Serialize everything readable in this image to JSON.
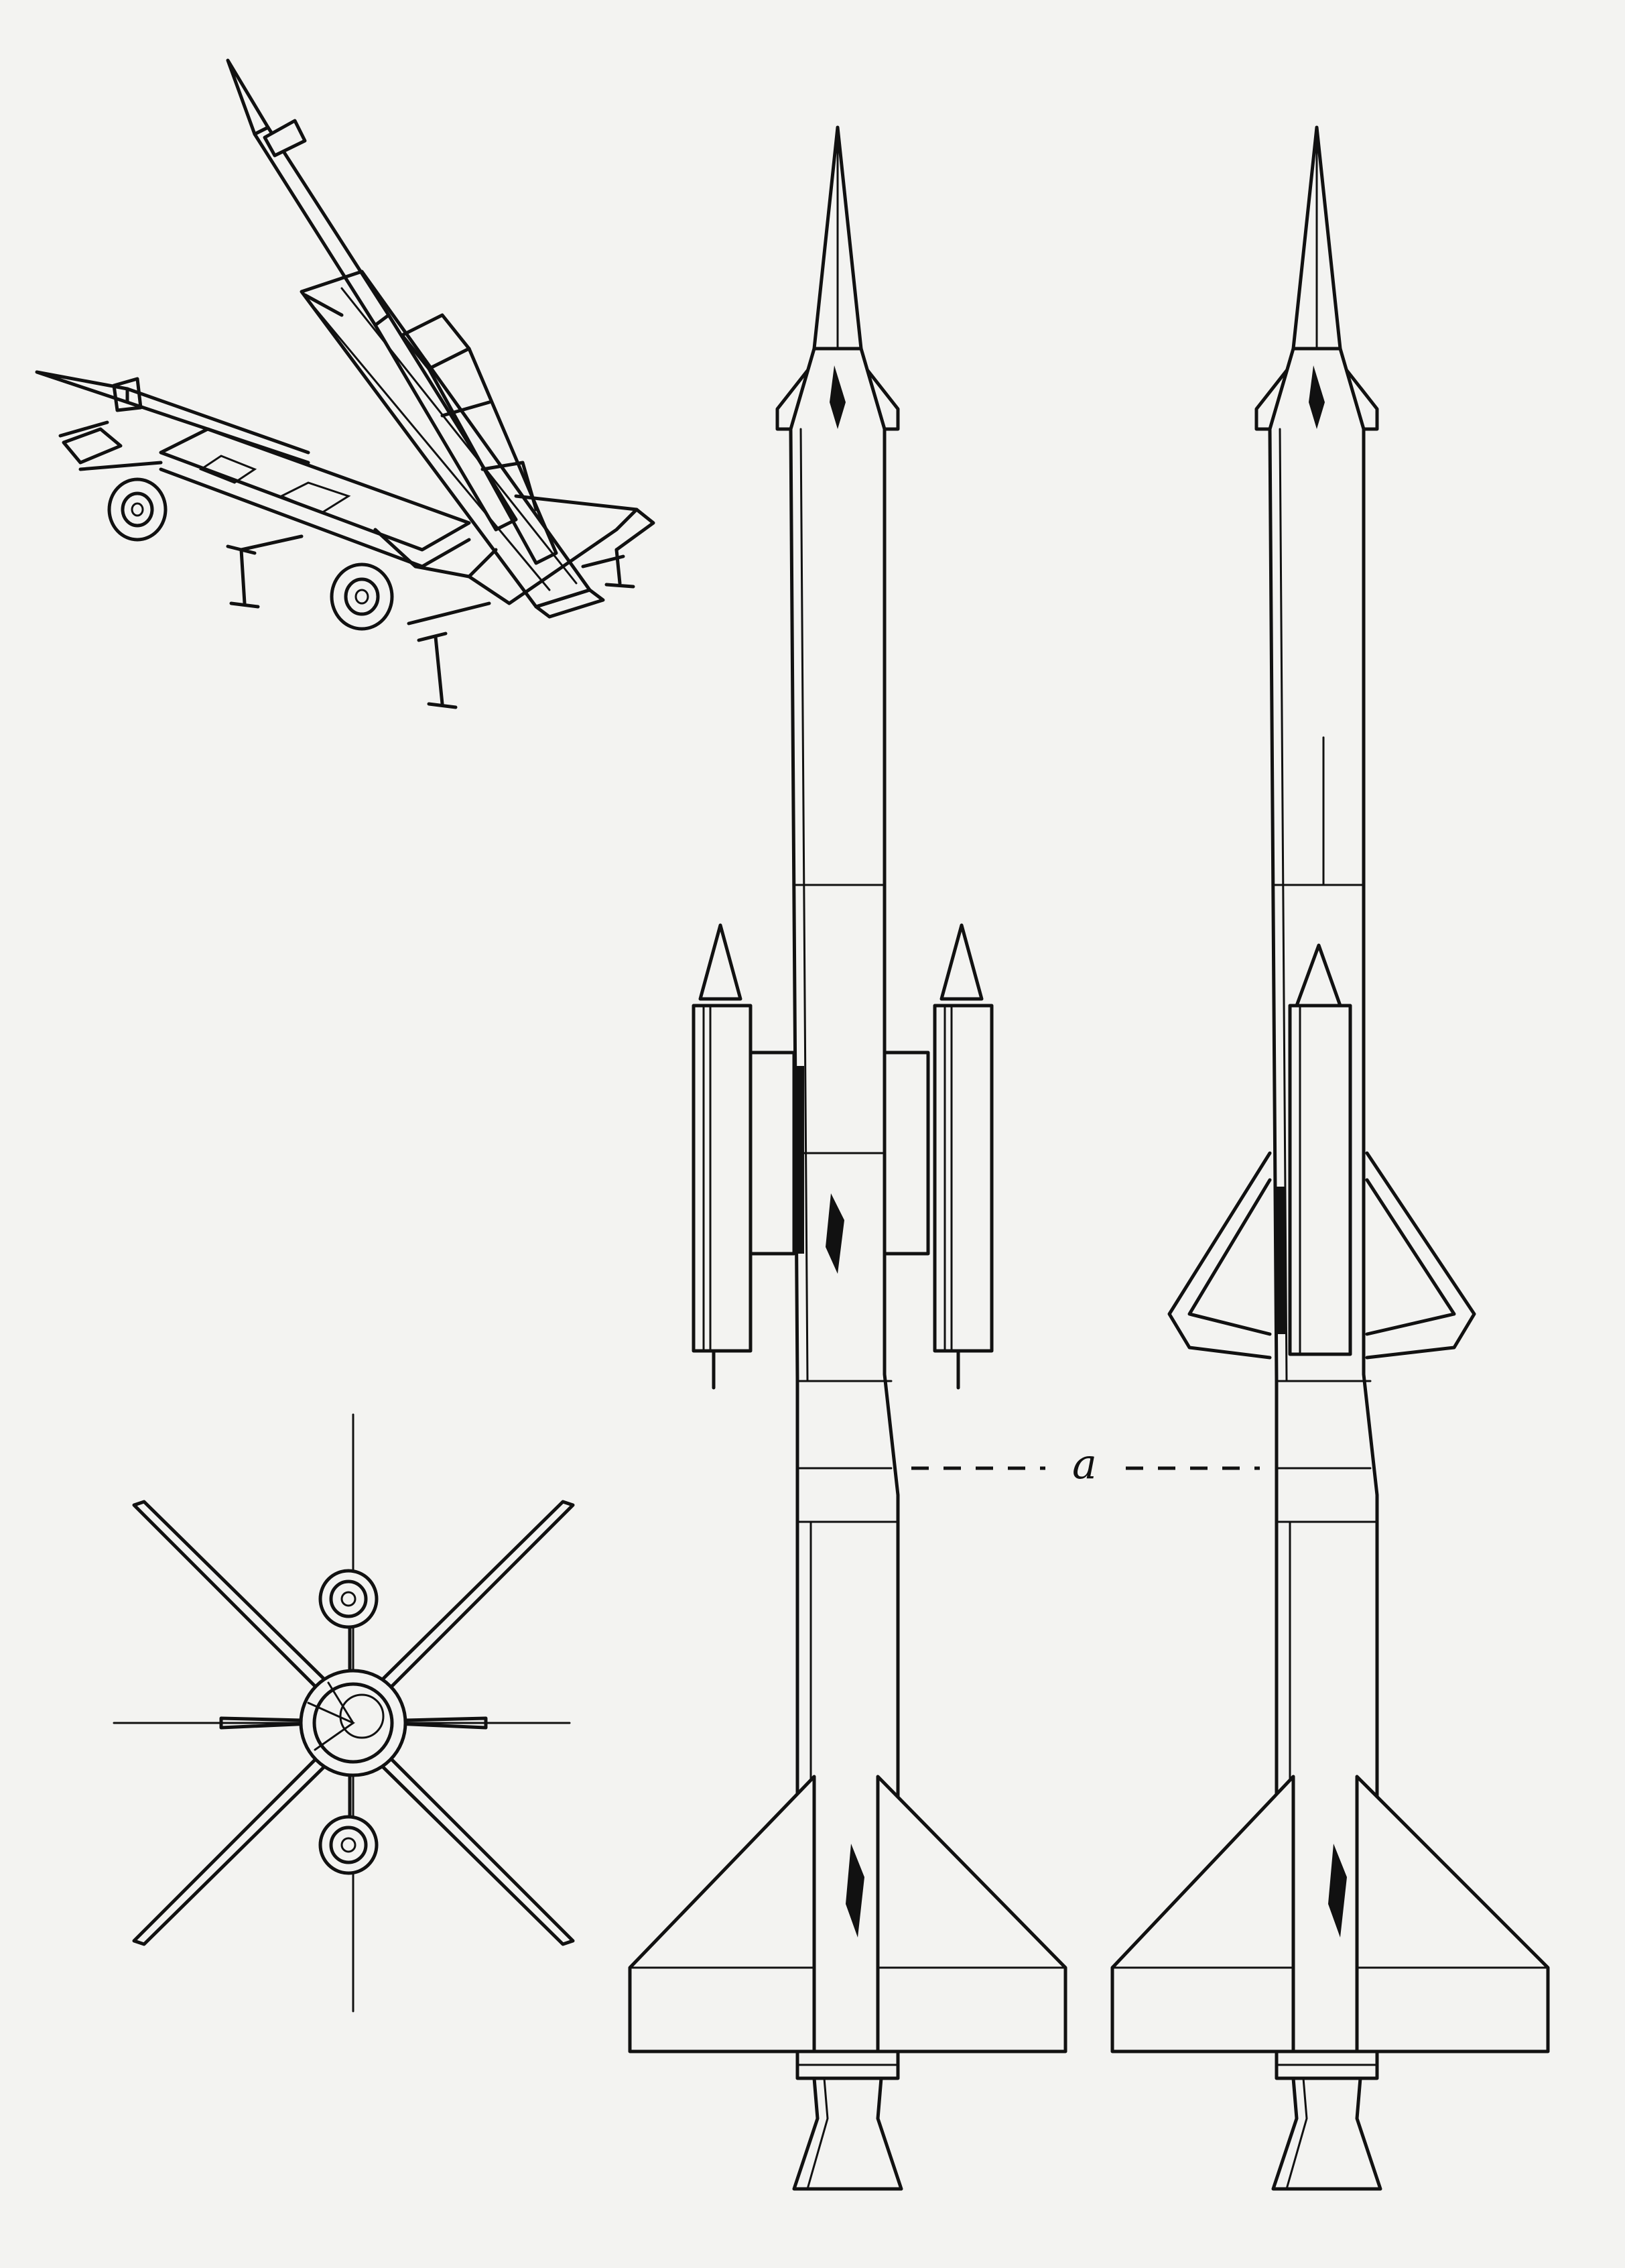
{
  "figure": {
    "dimension_label": "a",
    "views": [
      "launcher-perspective-view",
      "rear-end-view",
      "missile-side-view-with-boosters",
      "missile-side-view-booster-profile"
    ]
  },
  "colors": {
    "ink": "#111111",
    "paper": "#f3f3f1"
  }
}
